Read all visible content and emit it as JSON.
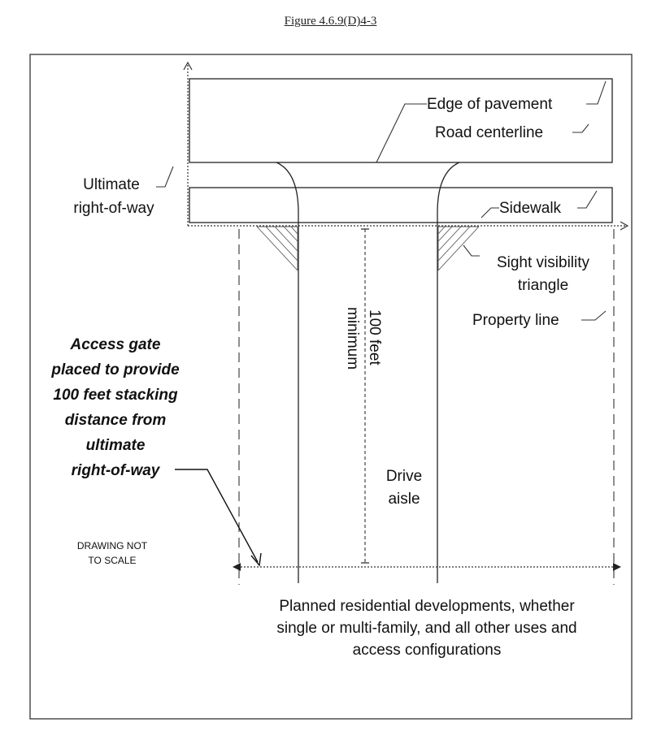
{
  "figure_title": "Figure 4.6.9(D)4-3",
  "labels": {
    "edge_of_pavement": "Edge of pavement",
    "road_centerline": "Road centerline",
    "ultimate_row": [
      "Ultimate",
      "right-of-way"
    ],
    "sidewalk": "Sidewalk",
    "sight_visibility": [
      "Sight visibility",
      "triangle"
    ],
    "property_line": "Property line",
    "distance": [
      "100 feet",
      "minimum"
    ],
    "drive_aisle": [
      "Drive",
      "aisle"
    ],
    "access_gate": [
      "Access gate",
      "placed to provide",
      "100 feet stacking",
      "distance from",
      "ultimate",
      "right-of-way"
    ],
    "not_to_scale": [
      "DRAWING NOT",
      "TO SCALE"
    ],
    "caption": [
      "Planned residential developments, whether",
      "single or multi-family, and all other uses and",
      "access configurations"
    ]
  }
}
